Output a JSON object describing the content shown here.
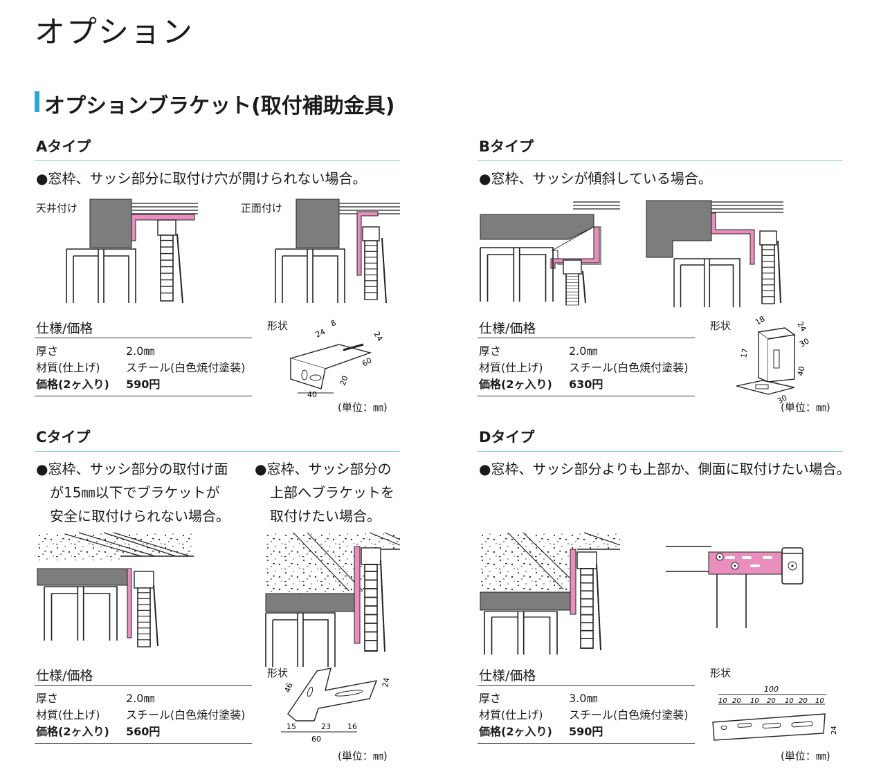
{
  "page_title": "オプション",
  "section_title": "オプションブラケット(取付補助金具)",
  "spec_header": "仕様/価格",
  "shape_label": "形状",
  "unit_note": "(単位：㎜)",
  "types": {
    "a": {
      "title": "Aタイプ",
      "condition": "●窓枠、サッシ部分に取付け穴が開けられない場合。",
      "labels": [
        "天井付け",
        "正面付け"
      ],
      "specs": [
        {
          "key": "厚さ",
          "value": "2.0㎜"
        },
        {
          "key": "材質(仕上げ)",
          "value": "スチール(白色焼付塗装)"
        },
        {
          "key": "価格(2ヶ入り)",
          "value": "590円"
        }
      ],
      "dims": [
        "24",
        "8",
        "24",
        "60",
        "20",
        "40"
      ]
    },
    "b": {
      "title": "Bタイプ",
      "condition": "●窓枠、サッシが傾斜している場合。",
      "specs": [
        {
          "key": "厚さ",
          "value": "2.0㎜"
        },
        {
          "key": "材質(仕上げ)",
          "value": "スチール(白色焼付塗装)"
        },
        {
          "key": "価格(2ヶ入り)",
          "value": "630円"
        }
      ],
      "dims": [
        "18",
        "24",
        "30",
        "17",
        "40",
        "30"
      ]
    },
    "c": {
      "title": "Cタイプ",
      "condition_1": [
        "●窓枠、サッシ部分の取付け面",
        "が15㎜以下でブラケットが",
        "安全に取付けられない場合。"
      ],
      "condition_2": [
        "●窓枠、サッシ部分の",
        "上部へブラケットを",
        "取付けたい場合。"
      ],
      "specs": [
        {
          "key": "厚さ",
          "value": "2.0㎜"
        },
        {
          "key": "材質(仕上げ)",
          "value": "スチール(白色焼付塗装)"
        },
        {
          "key": "価格(2ヶ入り)",
          "value": "560円"
        }
      ],
      "dims": [
        "46",
        "24",
        "15",
        "23",
        "16",
        "60"
      ]
    },
    "d": {
      "title": "Dタイプ",
      "condition": "●窓枠、サッシ部分よりも上部か、側面に取付けたい場合。",
      "specs": [
        {
          "key": "厚さ",
          "value": "3.0㎜"
        },
        {
          "key": "材質(仕上げ)",
          "value": "スチール(白色焼付塗装)"
        },
        {
          "key": "価格(2ヶ入り)",
          "value": "590円"
        }
      ],
      "dims": [
        "100",
        "10",
        "20",
        "10",
        "20",
        "10",
        "20",
        "10",
        "24"
      ]
    }
  },
  "colors": {
    "accent": "#2aa8d8",
    "rule": "#7fc6e2",
    "bracket_pink": "#e98fbd",
    "wall_gray": "#7d7d7d"
  }
}
